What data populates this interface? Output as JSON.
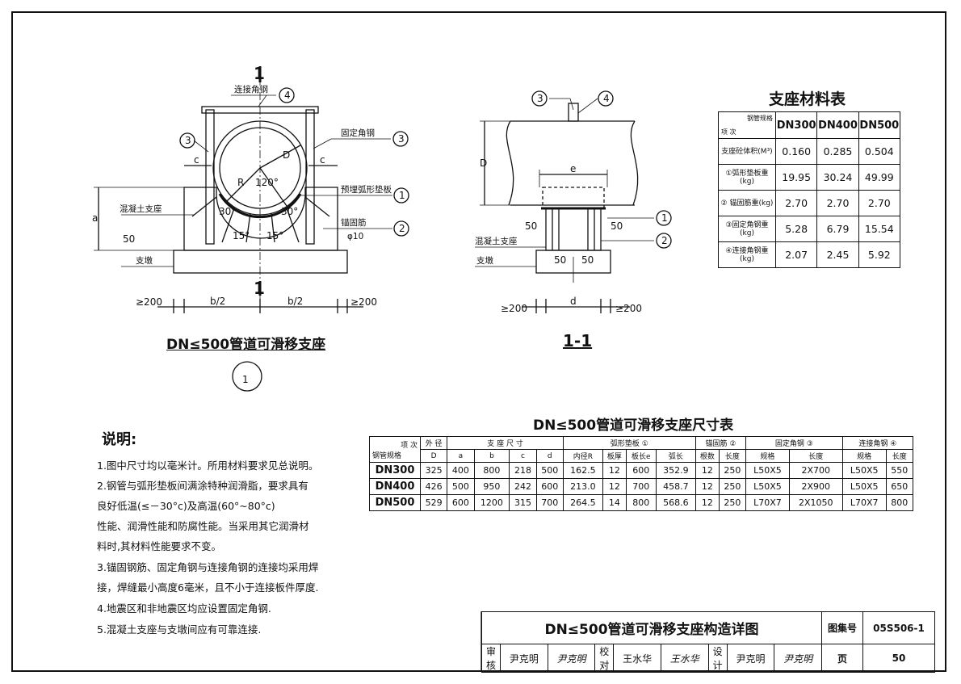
{
  "drawing": {
    "detail_title": "DN≤500管道可滑移支座",
    "detail_number": "1",
    "section_label_top": "1",
    "section_label_bottom": "1",
    "section_title": "1-1",
    "labels": {
      "connecting_angle": "连接角钢",
      "fixed_angle": "固定角钢",
      "pad": "预埋弧形垫板",
      "concrete_support": "混凝土支座",
      "anchor_bar": "锚固筋",
      "anchor_dia": "φ10",
      "pier": "支墩",
      "concrete_support_2": "混凝土支座",
      "pier_2": "支墩",
      "D": "D",
      "R": "R",
      "angle_120": "120°",
      "angle_30a": "30°",
      "angle_30b": "30°",
      "angle_15a": "15°",
      "angle_15b": "15°",
      "c_left": "c",
      "c_right": "c",
      "a": "a",
      "d50": "50",
      "dim_200_left": "≥200",
      "dim_200_right": "≥200",
      "b_half_1": "b/2",
      "b_half_2": "b/2",
      "sec_D": "D",
      "sec_e": "e",
      "sec_50a": "50",
      "sec_50b": "50",
      "sec_50c": "50",
      "sec_50d": "50",
      "sec_200_left": "≥200",
      "sec_200_right": "≥200",
      "sec_d": "d",
      "c1": "1",
      "c2": "2",
      "c3": "3",
      "c3b": "3",
      "c4": "4"
    }
  },
  "material_table": {
    "title": "支座材料表",
    "corner_top": "钢管规格",
    "corner_bottom": "项 次",
    "columns": [
      "DN300",
      "DN400",
      "DN500"
    ],
    "rows": [
      {
        "label": "支座砼体积(M³)",
        "values": [
          "0.160",
          "0.285",
          "0.504"
        ]
      },
      {
        "label": "①弧形垫板重(kg)",
        "values": [
          "19.95",
          "30.24",
          "49.99"
        ]
      },
      {
        "label": "② 锚固筋重(kg)",
        "values": [
          "2.70",
          "2.70",
          "2.70"
        ]
      },
      {
        "label": "③固定角钢重(kg)",
        "values": [
          "5.28",
          "6.79",
          "15.54"
        ]
      },
      {
        "label": "④连接角钢重(kg)",
        "values": [
          "2.07",
          "2.45",
          "5.92"
        ]
      }
    ]
  },
  "dimension_table": {
    "title": "DN≤500管道可滑移支座尺寸表",
    "corner_top": "项 次",
    "corner_bottom": "钢管规格",
    "groups": [
      "外 径",
      "支 座 尺 寸",
      "弧形垫板 ①",
      "锚固筋 ②",
      "固定角钢 ③",
      "连接角钢 ④"
    ],
    "subheaders": [
      "D",
      "a",
      "b",
      "c",
      "d",
      "内径R",
      "板厚",
      "板长e",
      "弧长",
      "根数",
      "长度",
      "规格",
      "长度",
      "规格",
      "长度"
    ],
    "rows": [
      {
        "pipe": "DN300",
        "values": [
          "325",
          "400",
          "800",
          "218",
          "500",
          "162.5",
          "12",
          "600",
          "352.9",
          "12",
          "250",
          "L50X5",
          "2X700",
          "L50X5",
          "550"
        ]
      },
      {
        "pipe": "DN400",
        "values": [
          "426",
          "500",
          "950",
          "242",
          "600",
          "213.0",
          "12",
          "700",
          "458.7",
          "12",
          "250",
          "L50X5",
          "2X900",
          "L50X5",
          "650"
        ]
      },
      {
        "pipe": "DN500",
        "values": [
          "529",
          "600",
          "1200",
          "315",
          "700",
          "264.5",
          "14",
          "800",
          "568.6",
          "12",
          "250",
          "L70X7",
          "2X1050",
          "L70X7",
          "800"
        ]
      }
    ]
  },
  "notes": {
    "title": "说明:",
    "lines": [
      "1.图中尺寸均以毫米计。所用材料要求见总说明。",
      "2.钢管与弧形垫板间满涂特种润滑脂，要求具有",
      "  良好低温(≤－30°c)及高温(60°~80°c)",
      "  性能、润滑性能和防腐性能。当采用其它润滑材",
      "  料时,其材料性能要求不变。",
      "3.锚固钢筋、固定角钢与连接角钢的连接均采用焊",
      "  接，焊缝最小高度6毫米，且不小于连接板件厚度.",
      "4.地震区和非地震区均应设置固定角钢.",
      "5.混凝土支座与支墩间应有可靠连接."
    ]
  },
  "title_block": {
    "title": "DN≤500管道可滑移支座构造详图",
    "atlas_label": "图集号",
    "atlas_no": "05S506-1",
    "page_label": "页",
    "page_no": "50",
    "review_label": "审核",
    "reviewer": "尹克明",
    "reviewer_sig": "尹克明",
    "check_label": "校对",
    "checker": "王水华",
    "checker_sig": "王水华",
    "design_label": "设计",
    "designer": "尹克明",
    "designer_sig": "尹克明"
  }
}
